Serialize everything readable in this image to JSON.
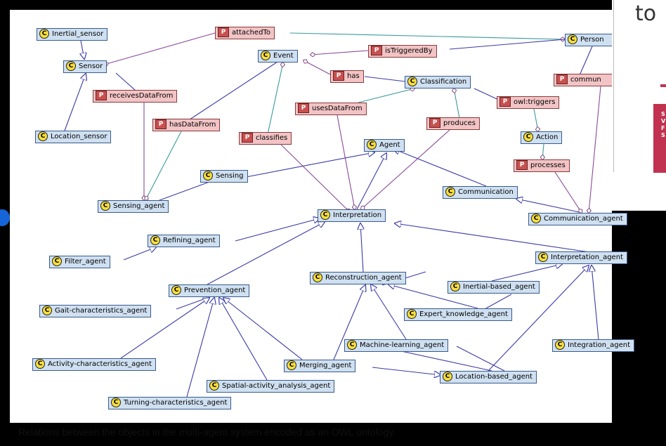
{
  "side_text": "to",
  "side_box_letters": "S\nV\nF\nS",
  "caption": "Relations between the objects in the multi-agent system encoded as an OWL ontology.",
  "badges": {
    "class": "C",
    "property": "P"
  },
  "classes": {
    "inertial_sensor": "Inertial_sensor",
    "sensor": "Sensor",
    "location_sensor": "Location_sensor",
    "event": "Event",
    "person": "Person",
    "classification": "Classification",
    "agent": "Agent",
    "action": "Action",
    "sensing": "Sensing",
    "sensing_agent": "Sensing_agent",
    "communication": "Communication",
    "communication_agent": "Communication_agent",
    "interpretation": "Interpretation",
    "refining_agent": "Refining_agent",
    "filter_agent": "Filter_agent",
    "interpretation_agent": "Interpretation_agent",
    "reconstruction_agent": "Reconstruction_agent",
    "prevention_agent": "Prevention_agent",
    "inertial_based_agent": "Inertial-based_agent",
    "gait_agent": "Gait-characteristics_agent",
    "expert_agent": "Expert_knowledge_agent",
    "machine_learning_agent": "Machine-learning_agent",
    "integration_agent": "Integration_agent",
    "activity_agent": "Activity-characteristics_agent",
    "merging_agent": "Merging_agent",
    "location_based_agent": "Location-based_agent",
    "spatial_agent": "Spatial-activity_analysis_agent",
    "turning_agent": "Turning-characteristics_agent"
  },
  "properties": {
    "attached_to": "attachedTo",
    "is_triggered_by": "isTriggeredBy",
    "has": "has",
    "communicates": "commun",
    "receives_data_from": "receivesDataFrom",
    "uses_data_from": "usesDataFrom",
    "owl_triggers": "owl:triggers",
    "has_data_from": "hasDataFrom",
    "classifies": "classifies",
    "produces": "produces",
    "processes": "processes"
  }
}
